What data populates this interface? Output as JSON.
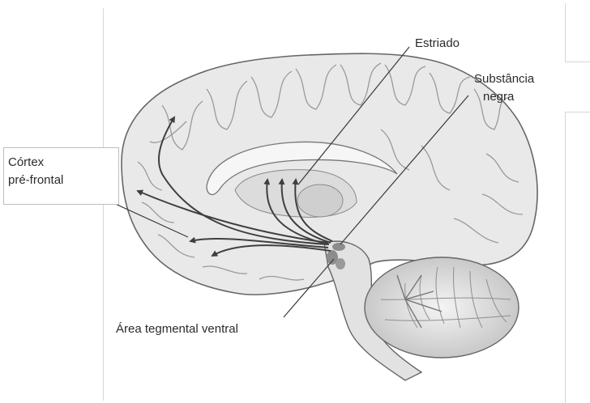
{
  "labels": {
    "striatum": "Estriado",
    "substantia_nigra_line1": "Substância",
    "substantia_nigra_line2": "negra",
    "prefrontal_line1": "Córtex",
    "prefrontal_line2": "pré-frontal",
    "vta": "Área tegmental ventral"
  },
  "icons": {
    "brain": "brain-illustration-icon",
    "arrow": "pathway-arrow-icon"
  },
  "colors": {
    "brain_fill": "#e8e8e8",
    "brain_outline": "#6a6a6a",
    "gyri": "#9a9a9a",
    "pathway": "#3f3f3f",
    "nucleus": "#8c8c8c",
    "label_text": "#2b2b2b"
  }
}
